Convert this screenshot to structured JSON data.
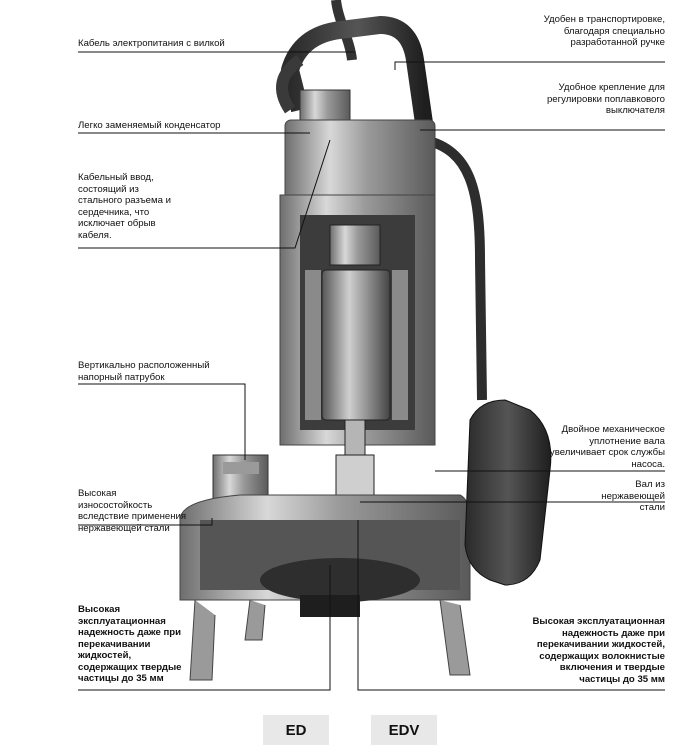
{
  "labels": {
    "power_cable": "Кабель электропитания с вилкой",
    "capacitor": "Легко заменяемый конденсатор",
    "cable_entry": "Кабельный ввод, состоящий из стального разъема и сердечника, что исключает обрыв кабеля.",
    "discharge": "Вертикально расположенный напорный патрубок",
    "wear_resistance": "Высокая износостойкость вследствие применения нержавеющей стали",
    "reliability_solids": "Высокая эксплуатационная надежность даже при перекачивании жидкостей, содержащих твердые частицы до 35 мм",
    "handle": "Удобен в транспортировке, благодаря специально разработанной ручке",
    "float_mount": "Удобное крепление для регулировки поплавкового выключателя",
    "mech_seal": "Двойное механическое уплотнение вала увеличивает срок службы насоса.",
    "shaft": "Вал из нержавеющей стали",
    "reliability_fibrous": "Высокая эксплуатационная надежность даже при перекачивании жидкостей, содержащих волокнистые включения и твердые частицы до 35 мм"
  },
  "models": [
    "ED",
    "EDV"
  ]
}
